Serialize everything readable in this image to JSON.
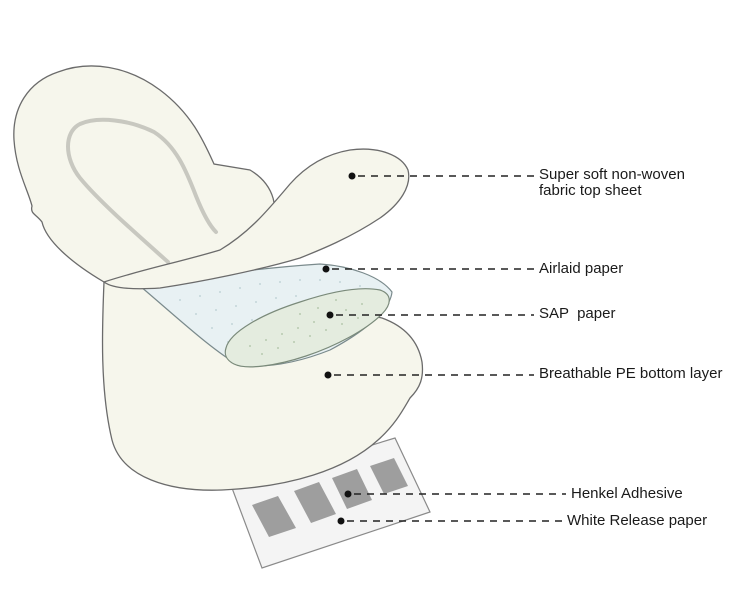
{
  "diagram": {
    "colors": {
      "pad_fill": "#f6f6ec",
      "pad_stroke": "#6b6b6b",
      "airlaid_fill": "#e8f1f3",
      "sap_fill": "#e4ecdf",
      "release_fill": "#f4f4f4",
      "adhesive_fill": "#9e9e9e",
      "leader_color": "#222222"
    },
    "labels": {
      "top_sheet": [
        "Super soft non-woven",
        "fabric top sheet"
      ],
      "airlaid": "Airlaid paper",
      "sap": "SAP  paper",
      "bottom_layer": "Breathable PE bottom layer",
      "adhesive": "Henkel Adhesive",
      "release": "White Release paper"
    }
  }
}
